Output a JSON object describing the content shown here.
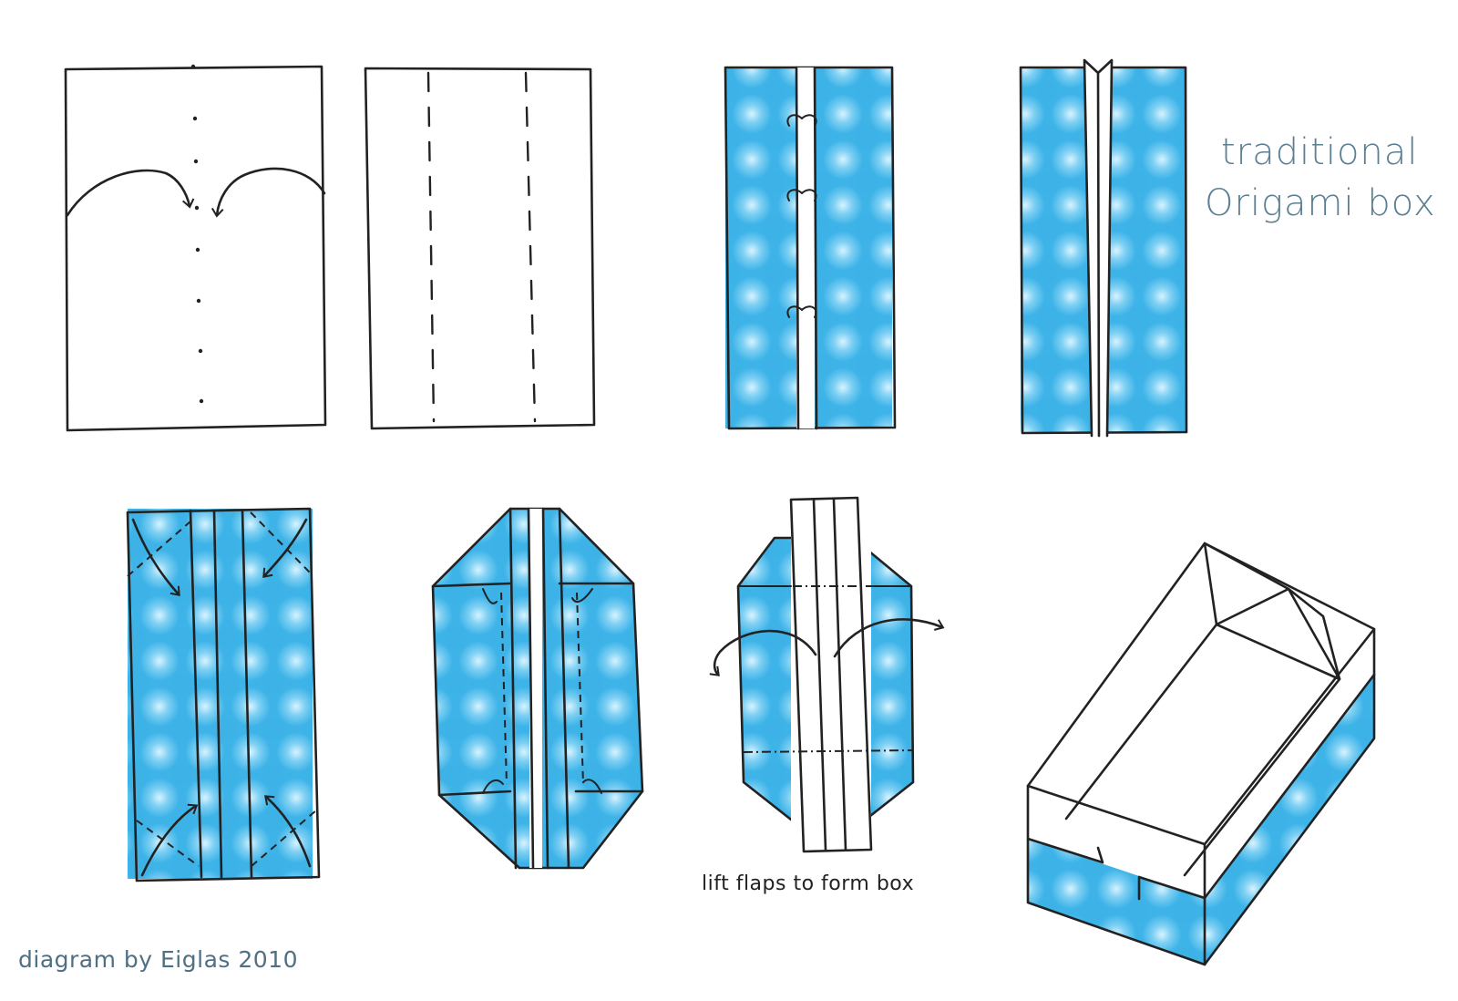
{
  "title": {
    "line1": "traditional",
    "line2": "Origami box"
  },
  "caption": "lift flaps to form box",
  "credit": "diagram by Eiglas 2010",
  "colors": {
    "paper_blue": "#3fb4e8",
    "paper_highlight": "#cdeefc",
    "ink": "#222222",
    "title_ink": "#5b7f93"
  },
  "steps": [
    {
      "id": 1,
      "name": "fold-edges-to-center"
    },
    {
      "id": 2,
      "name": "crease-lines"
    },
    {
      "id": 3,
      "name": "fold-back-center"
    },
    {
      "id": 4,
      "name": "center-flap-standing"
    },
    {
      "id": 5,
      "name": "fold-corners-in"
    },
    {
      "id": 6,
      "name": "fold-flaps-over"
    },
    {
      "id": 7,
      "name": "lift-flaps"
    },
    {
      "id": 8,
      "name": "finished-box"
    }
  ]
}
